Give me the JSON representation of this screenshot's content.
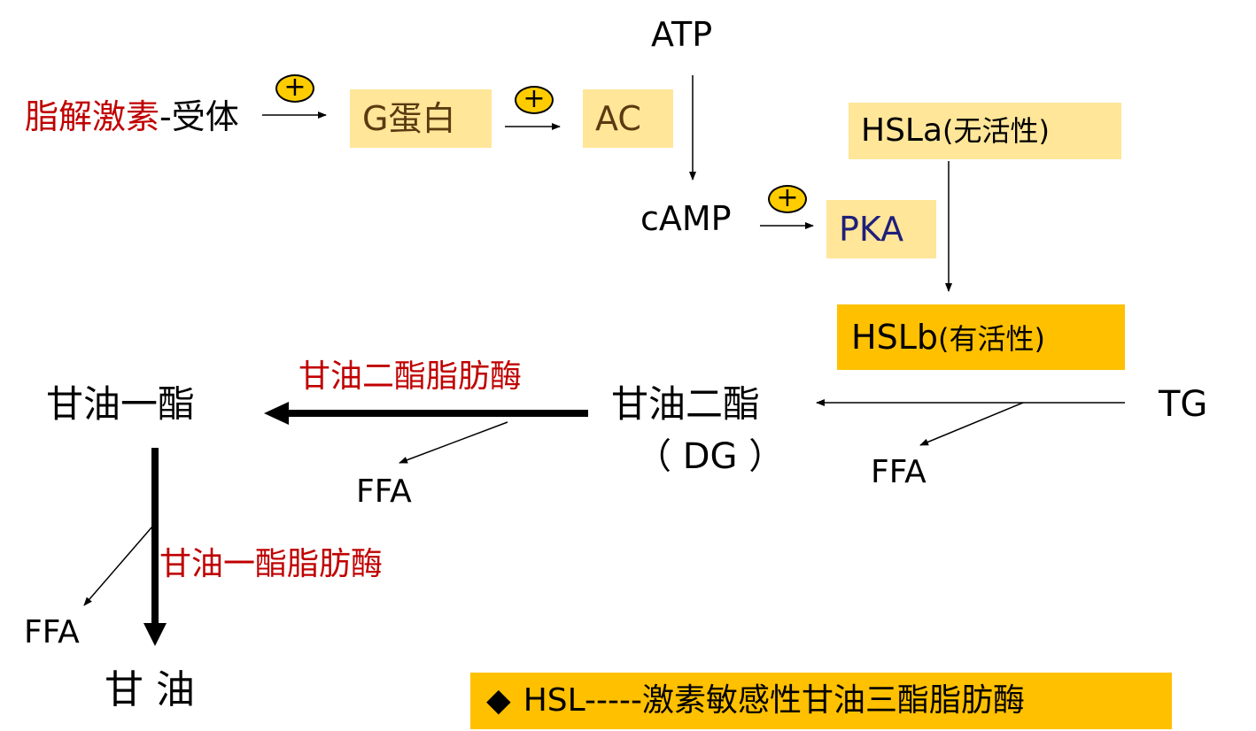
{
  "colors": {
    "red": "#c00000",
    "navy": "#1f1f7a",
    "brown": "#5a3a10",
    "light_box": "#ffe699",
    "dark_box": "#ffc000",
    "plus_fill": "#ffcc00"
  },
  "signal": {
    "hormone": "脂解激素",
    "receptor": "-受体",
    "g_protein": "G蛋白",
    "ac": "AC",
    "atp": "ATP",
    "camp": "cAMP",
    "pka": "PKA",
    "plus": "+",
    "hsl_a": "HSLa",
    "hsl_a_state": "(无活性)",
    "hsl_b": "HSLb",
    "hsl_b_state": "(有活性)"
  },
  "hydrolysis": {
    "tg": "TG",
    "dg_name": "甘油二酯",
    "dg_abbr": "（ DG ）",
    "mg_name": "甘油一酯",
    "glycerol": "甘 油",
    "ffa": "FFA",
    "dg_lipase": "甘油二酯脂肪酶",
    "mg_lipase": "甘油一酯脂肪酶"
  },
  "note": {
    "bullet": "◆",
    "text": "HSL-----激素敏感性甘油三酯脂肪酶"
  }
}
